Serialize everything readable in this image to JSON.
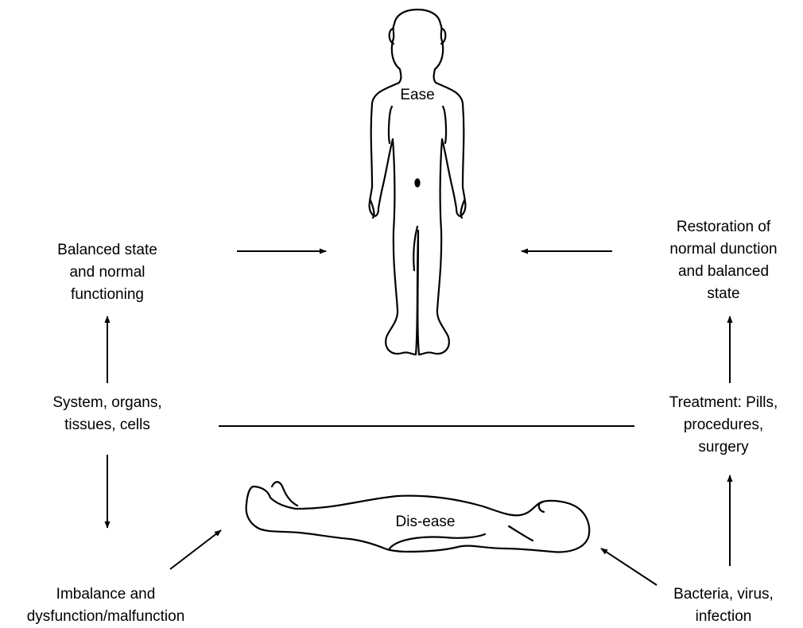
{
  "figures": {
    "standing": {
      "label": "Ease"
    },
    "lying": {
      "label": "Dis-ease"
    }
  },
  "labels": {
    "balanced": [
      "Balanced state",
      "and normal",
      "functioning"
    ],
    "system": [
      "System, organs,",
      "tissues, cells"
    ],
    "imbalance": [
      "Imbalance and",
      "dysfunction/malfunction"
    ],
    "restoration": [
      "Restoration of",
      "normal dunction",
      "and balanced",
      "state"
    ],
    "treatment": [
      "Treatment: Pills,",
      "procedures,",
      "surgery"
    ],
    "bacteria": [
      "Bacteria, virus,",
      "infection"
    ]
  }
}
